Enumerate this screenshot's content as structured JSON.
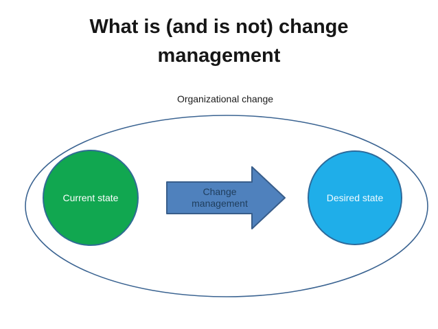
{
  "slide": {
    "title": "What is (and is not) change management",
    "diagram": {
      "ellipse_label": "Organizational change",
      "current_state_label": "Current state",
      "arrow_label": "Change management",
      "desired_state_label": "Desired state"
    },
    "colors": {
      "title_text": "#161616",
      "current_state_fill": "#11A750",
      "current_state_border": "#2F6C94",
      "desired_state_fill": "#1FAEE9",
      "desired_state_border": "#2C6A9B",
      "arrow_fill": "#4F81BD",
      "arrow_border": "#385D8A",
      "arrow_text": "#1F3D5C",
      "ellipse_border": "#3A6391",
      "circle_text": "#FFFFFF"
    }
  }
}
